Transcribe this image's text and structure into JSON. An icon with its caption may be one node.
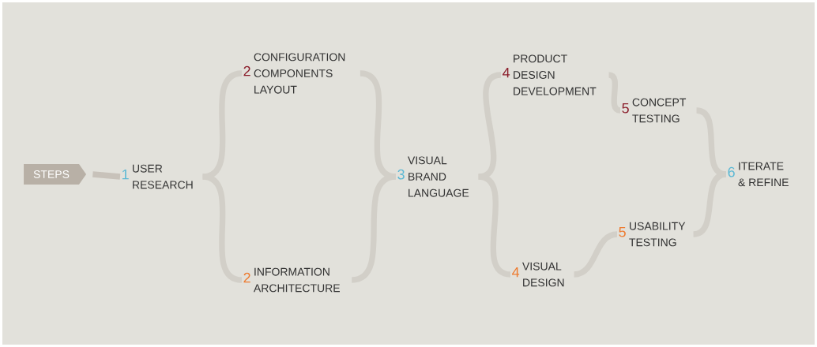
{
  "diagram": {
    "nodes": [
      {
        "text": [
          "STEPS"
        ]
      },
      {
        "text": [
          "1",
          "USER RESEARCH"
        ]
      },
      {
        "text": [
          "2",
          "CONFIGURATION COMPONENTS LAYOUT"
        ]
      },
      {
        "text": [
          "2",
          "INFORMATION ARCHITECTURE"
        ]
      },
      {
        "text": [
          "3",
          "VISUAL BRAND LANGUAGE"
        ]
      },
      {
        "text": [
          "4",
          "PRODUCT DESIGN DEVELOPMENT"
        ]
      },
      {
        "text": [
          "4",
          "VISUAL DESIGN"
        ]
      },
      {
        "text": [
          "5",
          "CONCEPT TESTING"
        ]
      },
      {
        "text": [
          "5",
          "USABILITY TESTING"
        ]
      },
      {
        "text": [
          "6",
          "ITERATE & REFINE"
        ]
      }
    ],
    "edges": [
      {
        "from": 0,
        "to": 1,
        "arrow": "none",
        "color": "#c8c2ba"
      },
      {
        "from": 1,
        "to": 2,
        "arrow": "none"
      },
      {
        "from": 1,
        "to": 3,
        "arrow": "none"
      },
      {
        "from": 2,
        "to": 4,
        "arrow": "none"
      },
      {
        "from": 3,
        "to": 4,
        "arrow": "none"
      },
      {
        "from": 4,
        "to": 5,
        "arrow": "none"
      },
      {
        "from": 4,
        "to": 6,
        "arrow": "none"
      },
      {
        "from": 5,
        "to": 7,
        "arrow": "none"
      },
      {
        "from": 6,
        "to": 8,
        "arrow": "none"
      },
      {
        "from": 7,
        "to": 9,
        "arrow": "none"
      },
      {
        "from": 8,
        "to": 9,
        "arrow": "none"
      }
    ]
  }
}
